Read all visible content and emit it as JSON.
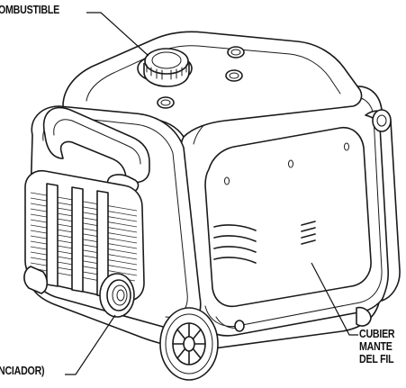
{
  "callouts": {
    "fuel_cap": "OMBUSTIBLE",
    "muffler": "NCIADOR)",
    "filter_cover_line1": "CUBIER",
    "filter_cover_line2": "MANTE",
    "filter_cover_line3": "DEL FIL"
  },
  "colors": {
    "line": "#1a1a1a",
    "background": "#ffffff"
  }
}
